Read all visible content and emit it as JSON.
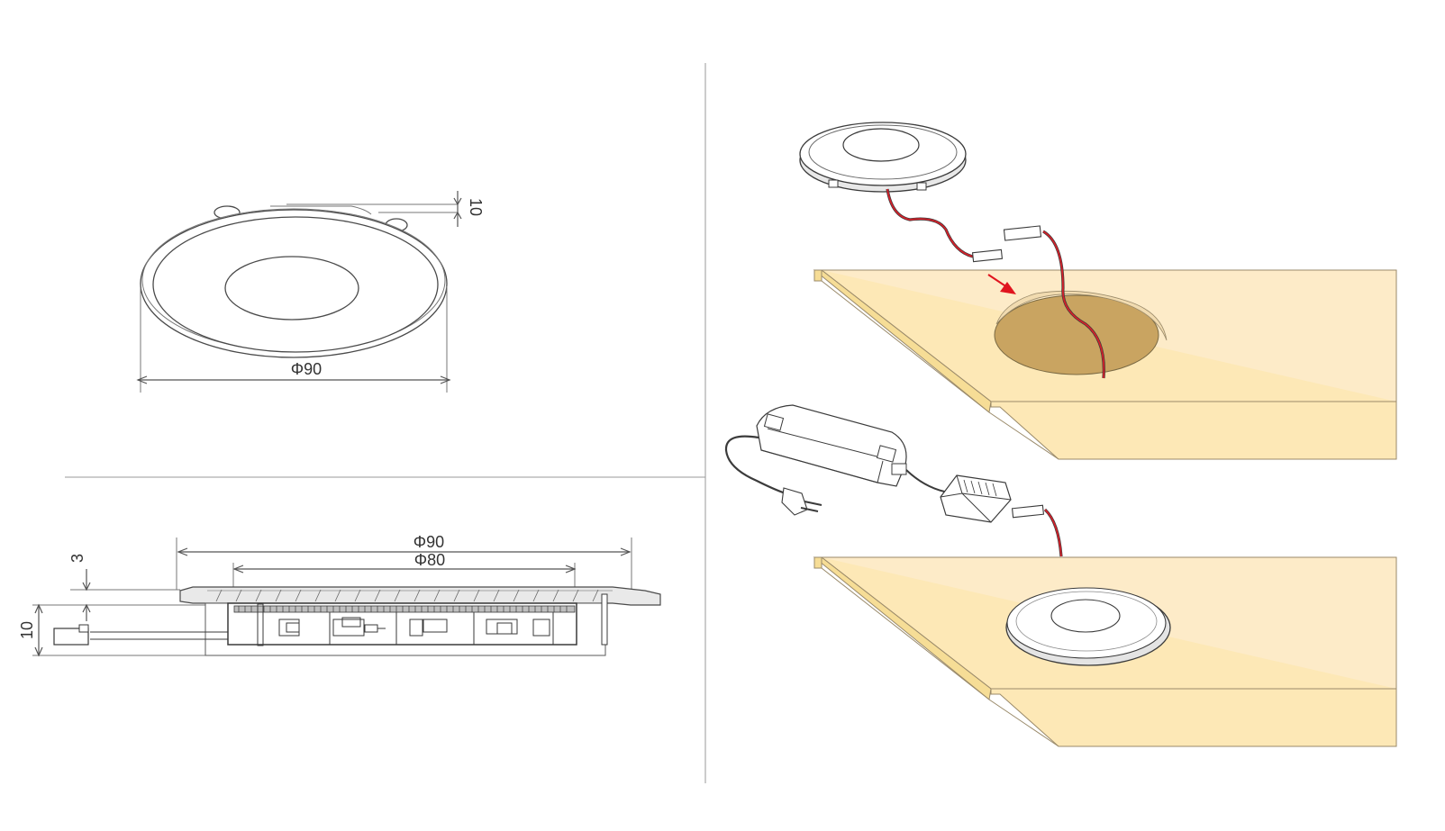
{
  "colors": {
    "background": "#ffffff",
    "line": "#555555",
    "panel_top": "#fdebc8",
    "panel_edge": "#f6dd96",
    "hole": "#c9a461",
    "hole_rim": "#f1dbb0",
    "cable_red": "#d4202a",
    "arrow_red": "#e0141e"
  },
  "top_view": {
    "diameter_label": "Φ90",
    "height_label": "10"
  },
  "section_view": {
    "outer_diameter_label": "Φ90",
    "inner_diameter_label": "Φ80",
    "flange_label": "3",
    "height_label": "10"
  },
  "install": {
    "arrow_icon": "arrow-right-down-icon",
    "plug_icon": "eu-plug-icon"
  }
}
